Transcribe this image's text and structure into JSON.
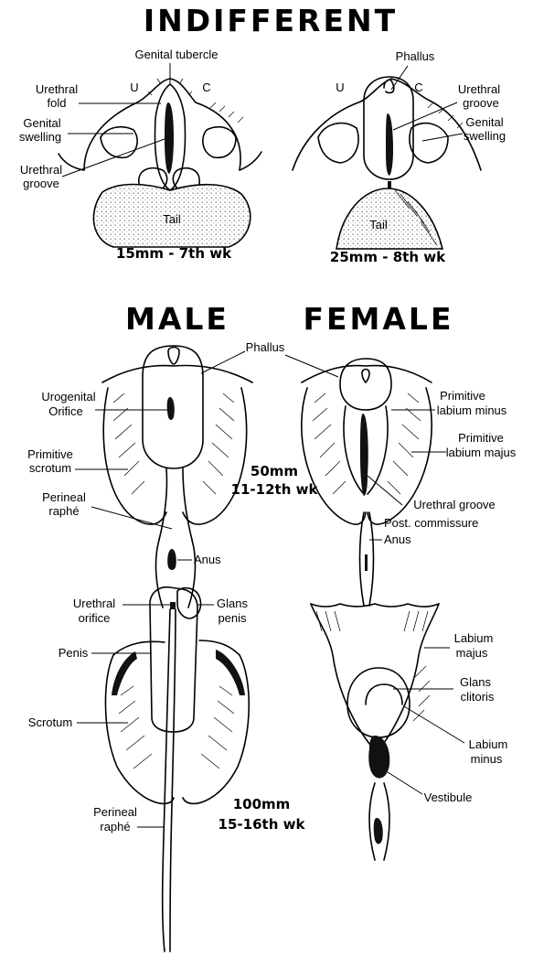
{
  "headings": {
    "indifferent": "INDIFFERENT",
    "male": "MALE",
    "female": "FEMALE"
  },
  "indifferent_early": {
    "genital_tubercle": "Genital tubercle",
    "urethral_fold": [
      "Urethral",
      "fold"
    ],
    "genital_swelling": [
      "Genital",
      "swelling"
    ],
    "urethral_groove": [
      "Urethral",
      "groove"
    ],
    "u": "U",
    "c": "C",
    "tail": "Tail",
    "stage": "15mm - 7th wk"
  },
  "indifferent_late": {
    "phallus": "Phallus",
    "u": "U",
    "c": "C",
    "urethral_groove": [
      "Urethral",
      "groove"
    ],
    "genital_swelling": [
      "Genital",
      "swelling"
    ],
    "tail": "Tail",
    "stage": "25mm - 8th wk"
  },
  "mid": {
    "phallus": "Phallus",
    "urogenital_orifice": [
      "Urogenital",
      "Orifice"
    ],
    "primitive_scrotum": [
      "Primitive",
      "scrotum"
    ],
    "perineal_raphe": [
      "Perineal",
      "raphé"
    ],
    "anus_male": "Anus",
    "stage": [
      "50mm",
      "11-12th wk"
    ],
    "primitive_labium_minus": [
      "Primitive",
      "labium minus"
    ],
    "primitive_labium_majus": [
      "Primitive",
      "labium majus"
    ],
    "urethral_groove": "Urethral groove",
    "post_commissure": "Post. commissure",
    "anus_female": "Anus"
  },
  "late": {
    "urethral_orifice": [
      "Urethral",
      "orifice"
    ],
    "glans_penis": [
      "Glans",
      "penis"
    ],
    "penis": "Penis",
    "scrotum": "Scrotum",
    "perineal_raphe": [
      "Perineal",
      "raphé"
    ],
    "stage": [
      "100mm",
      "15-16th wk"
    ],
    "labium_majus": [
      "Labium",
      "majus"
    ],
    "glans_clitoris": [
      "Glans",
      "clitoris"
    ],
    "labium_minus": [
      "Labium",
      "minus"
    ],
    "vestibule": "Vestibule"
  }
}
